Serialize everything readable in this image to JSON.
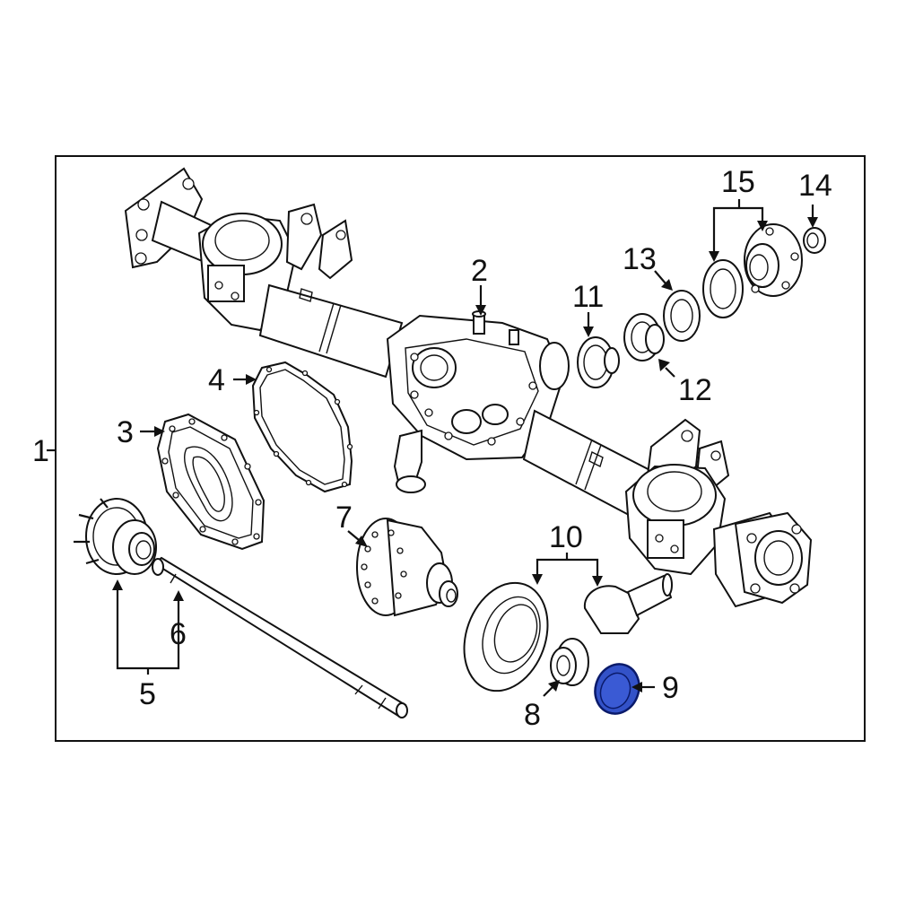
{
  "diagram": {
    "callouts": {
      "c1": "1",
      "c2": "2",
      "c3": "3",
      "c4": "4",
      "c5": "5",
      "c6": "6",
      "c7": "7",
      "c8": "8",
      "c9": "9",
      "c10": "10",
      "c11": "11",
      "c12": "12",
      "c13": "13",
      "c14": "14",
      "c15": "15"
    },
    "colors": {
      "line": "#111111",
      "background": "#ffffff",
      "highlight_fill": "#3352c8",
      "highlight_stroke": "#0a1a6a"
    },
    "highlighted_part": "9"
  }
}
